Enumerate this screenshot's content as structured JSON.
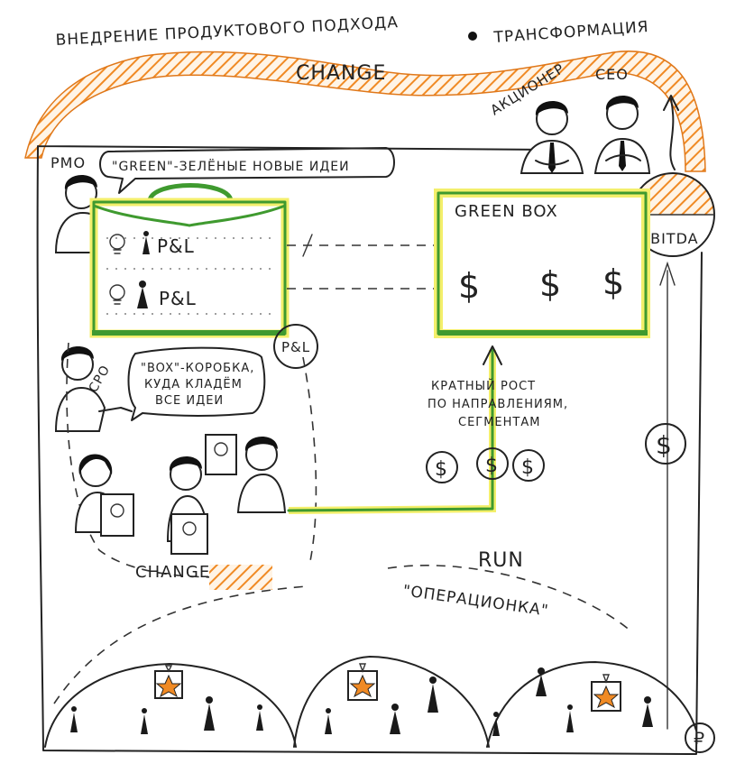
{
  "header": {
    "title_left": "ВНЕДРЕНИЕ ПРОДУКТОВОГО ПОДХОДА",
    "title_right": "ТРАНСФОРМАЦИЯ",
    "change_label": "CHANGE"
  },
  "stakeholders": {
    "shareholder": "АКЦИОНЕР",
    "ceo": "CEO"
  },
  "ebitda": {
    "label": "EBITDA"
  },
  "pmo": {
    "role": "PMO",
    "speech": "\"GREEN\"-ЗЕЛЁНЫЕ НОВЫЕ ИДЕИ"
  },
  "briefcase": {
    "row1_label": "P&L",
    "row2_label": "P&L",
    "side_badge": "P&L"
  },
  "cpo": {
    "role": "CPO",
    "speech_line1": "\"BOX\"-КОРОБКА,",
    "speech_line2": "КУДА КЛАДЁМ",
    "speech_line3": "ВСЕ ИДЕИ"
  },
  "green_box": {
    "title": "GREEN BOX",
    "currency_symbols": [
      "$",
      "$",
      "$"
    ]
  },
  "growth": {
    "line1": "КРАТНЫЙ РОСТ",
    "line2": "ПО НАПРАВЛЕНИЯМ,",
    "line3": "СЕГМЕНТАМ",
    "coins": [
      "$",
      "$",
      "$"
    ]
  },
  "team": {
    "label": "CHANGE"
  },
  "right_flow": {
    "coin": "$"
  },
  "run": {
    "label": "RUN",
    "sublabel": "\"ОПЕРАЦИОНКА\""
  },
  "ruble": {
    "symbol": "₽"
  },
  "colors": {
    "accent_green": "#3f9a2f",
    "highlight_yellow": "#f3ef6b",
    "hatch_orange": "#f08a24",
    "ink": "#222222"
  }
}
